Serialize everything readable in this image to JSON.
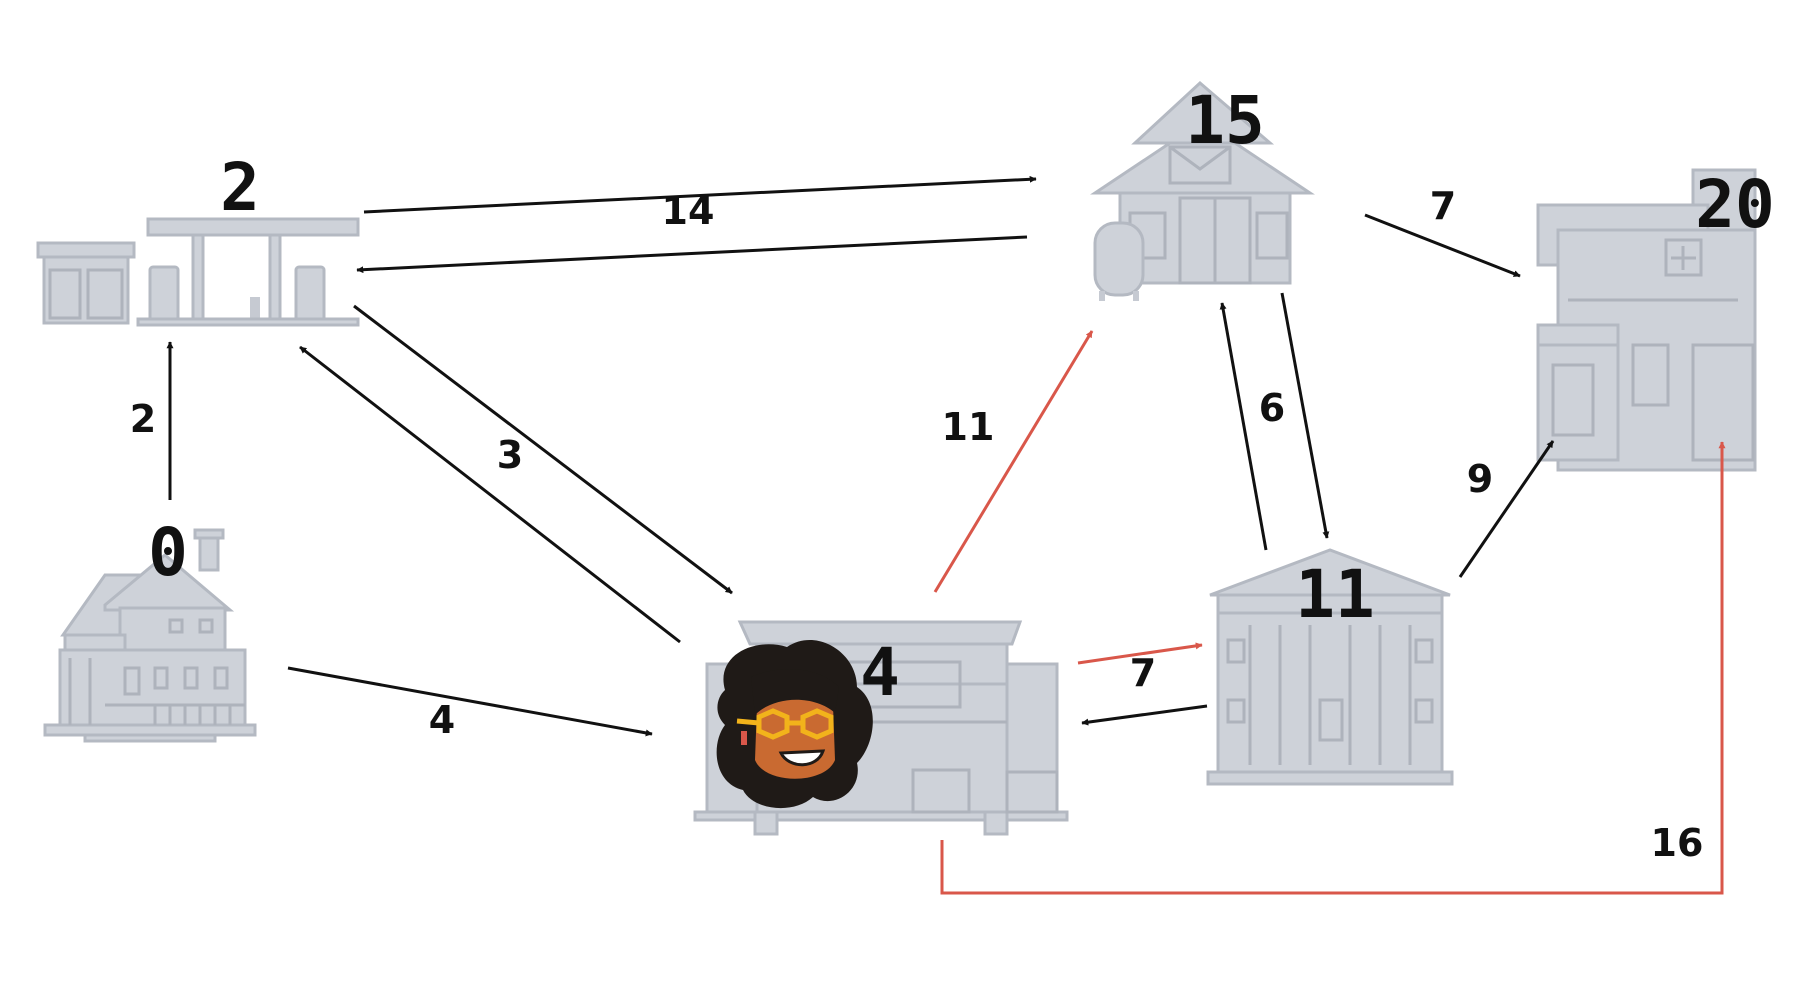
{
  "colors": {
    "edge_default": "#111111",
    "edge_highlight": "#d9574a",
    "building": "#ced2d9",
    "building_outline": "#b4b9c2"
  },
  "nodes": [
    {
      "id": "house",
      "icon": "house-icon",
      "value": "0"
    },
    {
      "id": "gas",
      "icon": "gas-station-icon",
      "value": "2"
    },
    {
      "id": "store",
      "icon": "store-icon",
      "value": "4"
    },
    {
      "id": "post",
      "icon": "post-office-icon",
      "value": "15"
    },
    {
      "id": "bank",
      "icon": "bank-icon",
      "value": "11"
    },
    {
      "id": "hospital",
      "icon": "hospital-icon",
      "value": "20"
    }
  ],
  "edges": [
    {
      "from": "house",
      "to": "gas",
      "weight": "2",
      "highlight": false
    },
    {
      "from": "house",
      "to": "store",
      "weight": "4",
      "highlight": false
    },
    {
      "from": "gas",
      "to": "post",
      "weight": "14",
      "highlight": false
    },
    {
      "from": "post",
      "to": "gas",
      "weight": "14",
      "highlight": false
    },
    {
      "from": "gas",
      "to": "store",
      "weight": "3",
      "highlight": false
    },
    {
      "from": "store",
      "to": "gas",
      "weight": "3",
      "highlight": false
    },
    {
      "from": "store",
      "to": "post",
      "weight": "11",
      "highlight": true
    },
    {
      "from": "store",
      "to": "bank",
      "weight": "7",
      "highlight": true
    },
    {
      "from": "bank",
      "to": "store",
      "weight": "7",
      "highlight": false
    },
    {
      "from": "post",
      "to": "bank",
      "weight": "6",
      "highlight": false
    },
    {
      "from": "bank",
      "to": "post",
      "weight": "6",
      "highlight": false
    },
    {
      "from": "post",
      "to": "hospital",
      "weight": "7",
      "highlight": false
    },
    {
      "from": "bank",
      "to": "hospital",
      "weight": "9",
      "highlight": false
    },
    {
      "from": "store",
      "to": "hospital",
      "weight": "16",
      "highlight": true
    }
  ],
  "traveler": {
    "icon": "person-avatar-icon",
    "at": "store"
  }
}
